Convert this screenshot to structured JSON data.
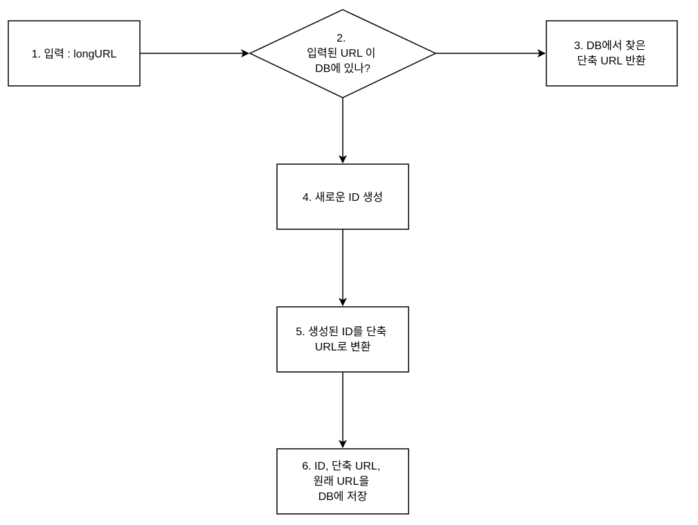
{
  "diagram": {
    "nodes": {
      "input": {
        "shape": "rect",
        "lines": [
          "1. 입력 : longURL"
        ]
      },
      "decision": {
        "shape": "diamond",
        "lines": [
          "2.",
          "입력된 URL 이",
          "DB에 있나?"
        ]
      },
      "return_found": {
        "shape": "rect",
        "lines": [
          "3. DB에서 찾은",
          "단축 URL 반환"
        ]
      },
      "generate_id": {
        "shape": "rect",
        "lines": [
          "4. 새로운 ID 생성"
        ]
      },
      "convert": {
        "shape": "rect",
        "lines": [
          "5. 생성된 ID를 단축",
          "URL로 변환"
        ]
      },
      "store": {
        "shape": "rect",
        "lines": [
          "6. ID, 단축 URL,",
          "원래 URL을",
          "DB에 저장"
        ]
      }
    },
    "edges": [
      {
        "from": "input",
        "to": "decision"
      },
      {
        "from": "decision",
        "to": "return_found"
      },
      {
        "from": "decision",
        "to": "generate_id"
      },
      {
        "from": "generate_id",
        "to": "convert"
      },
      {
        "from": "convert",
        "to": "store"
      }
    ],
    "colors": {
      "stroke": "#000000",
      "fill": "#ffffff",
      "text": "#000000"
    }
  }
}
